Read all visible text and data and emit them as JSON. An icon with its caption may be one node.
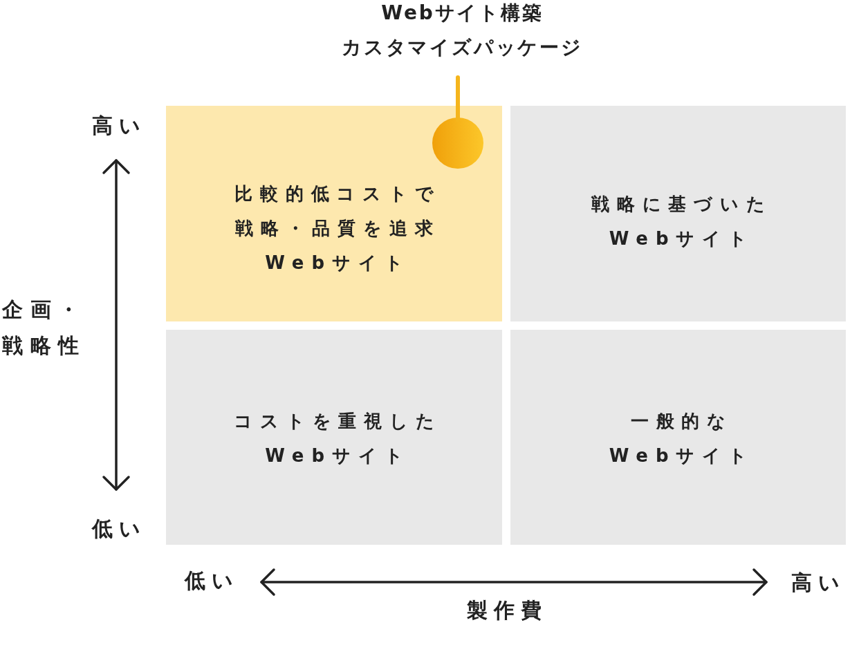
{
  "diagram": {
    "nodes": [
      {
        "text": [
          "Webサイト構築カスタマイズパッケージ"
        ]
      },
      {
        "text": [
          "比較的低コストで戦略・品質を追求Webサイト"
        ]
      },
      {
        "text": [],
        "shape": "circle",
        "in": 1
      },
      {
        "text": [
          "戦略に基づいたWebサイト"
        ]
      },
      {
        "text": [
          "コストを重視したWebサイト"
        ]
      },
      {
        "text": [
          "一般的なWebサイト"
        ]
      }
    ],
    "edges": [
      {
        "from": 0,
        "to": 2,
        "arrow": "none"
      }
    ],
    "labels": [
      "高い",
      "企画・戦略性",
      "低い",
      "低い",
      "高い",
      "製作費"
    ]
  }
}
